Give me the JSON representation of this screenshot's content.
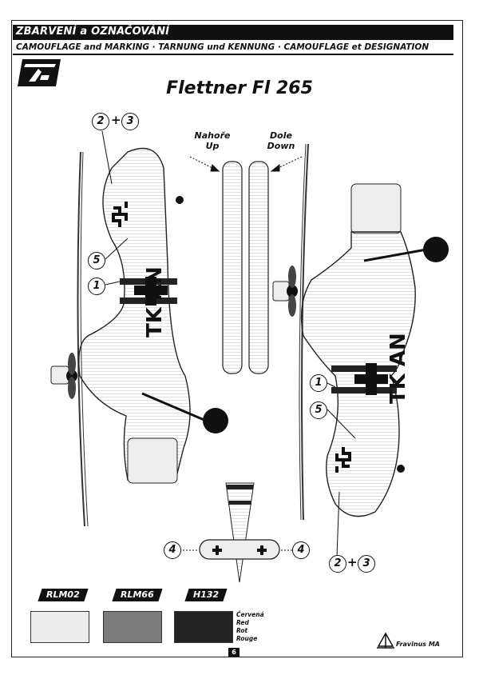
{
  "header": {
    "title": "ZBARVENÍ a OZNAČOVÁNÍ",
    "subtitle": "CAMOUFLAGE and MARKING  ·  TARNUNG und KENNUNG  ·  CAMOUFLAGE et DESIGNATION"
  },
  "page_title": "Flettner  Fl 265",
  "rotor_labels": {
    "top_cs": "Nahoře",
    "top_en": "Up",
    "bottom_cs": "Dole",
    "bottom_en": "Down"
  },
  "callouts": {
    "c1": "1",
    "c2": "2",
    "c3": "3",
    "c4": "4",
    "c5": "5",
    "plus": "+"
  },
  "registration": "TK AN",
  "swatches": [
    {
      "code": "RLM02",
      "color": "#ececec"
    },
    {
      "code": "RLM66",
      "color": "#7a7a7a"
    },
    {
      "code": "H132",
      "color": "#222222"
    }
  ],
  "legend": [
    "Červená",
    "Red",
    "Rot",
    "Rouge"
  ],
  "page_number": "6",
  "brand": "Fravinus MA"
}
